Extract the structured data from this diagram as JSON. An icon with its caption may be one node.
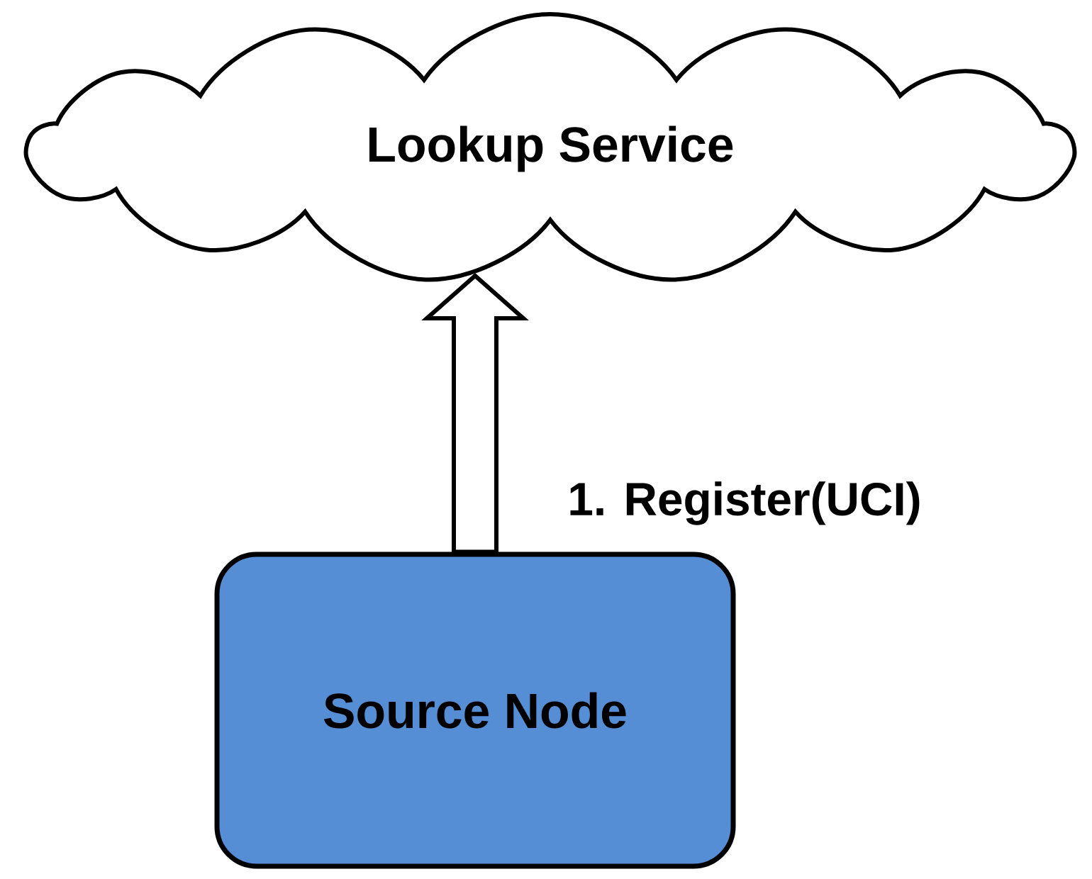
{
  "diagram": {
    "nodes": [
      {
        "text": [
          "Lookup Service"
        ]
      },
      {
        "text": [
          "Source Node"
        ]
      }
    ],
    "edges": [
      {
        "from": 1,
        "to": 0,
        "arrow": "to",
        "label": "1. Register(UCI)"
      }
    ]
  }
}
